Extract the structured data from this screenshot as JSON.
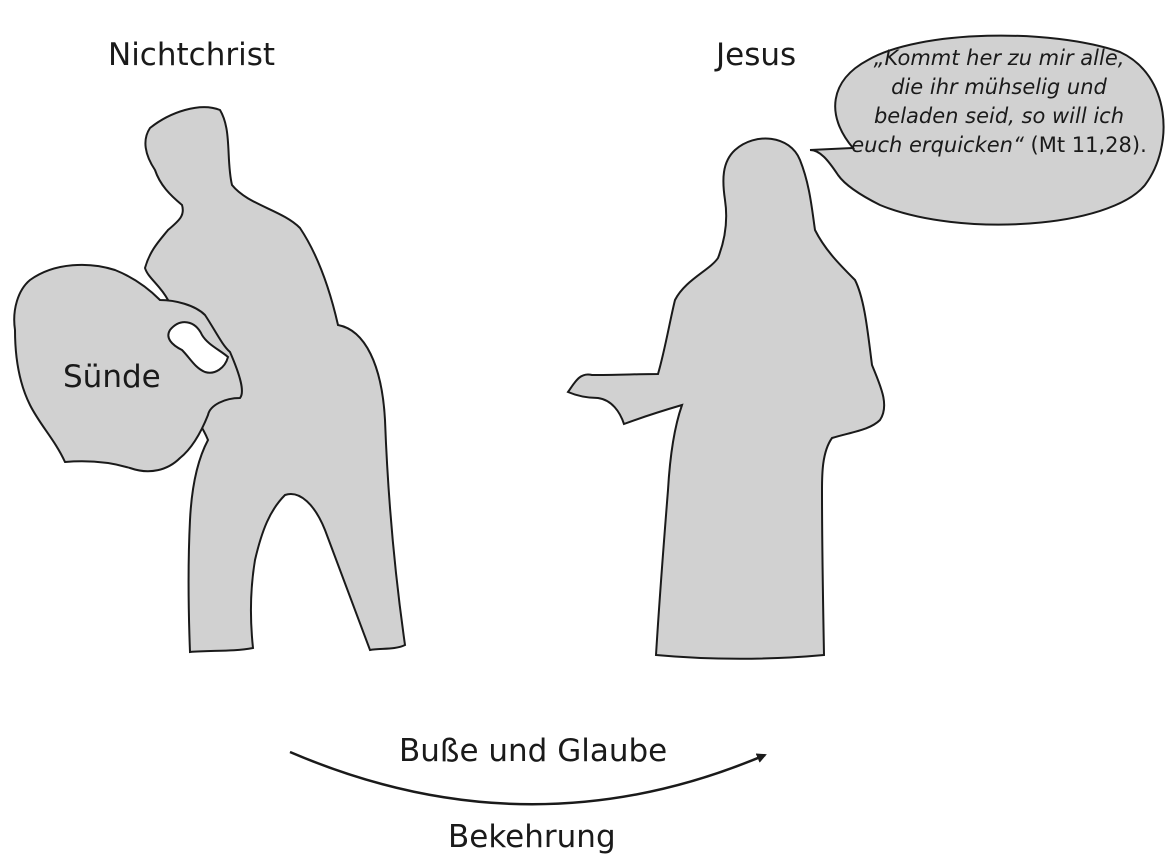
{
  "figure": {
    "nonchristian_label": "Nichtchrist",
    "jesus_label": "Jesus",
    "sin_label": "Sünde",
    "speech_bubble": {
      "quote_lines": [
        "„Kommt her zu mir alle,",
        "die ihr mühselig und",
        "beladen seid, so will ich",
        "euch erquicken“"
      ],
      "reference": " (Mt 11,28)."
    },
    "arrow_label": "Buße und Glaube",
    "bottom_label": "Bekehrung"
  },
  "colors": {
    "figure_fill": "#d1d1d1",
    "outline": "#1a1a1a",
    "background": "#ffffff"
  }
}
